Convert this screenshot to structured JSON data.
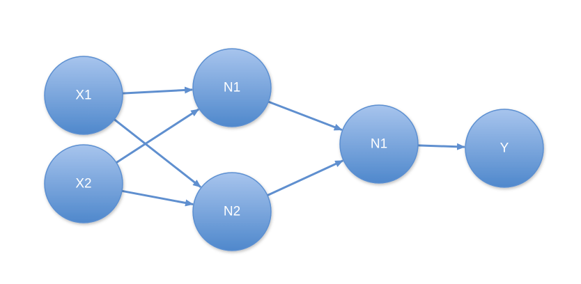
{
  "diagram": {
    "type": "neural-network",
    "nodes": [
      {
        "id": "x1",
        "label": "X1"
      },
      {
        "id": "x2",
        "label": "X2"
      },
      {
        "id": "n1-top",
        "label": "N1"
      },
      {
        "id": "n2",
        "label": "N2"
      },
      {
        "id": "n1-out",
        "label": "N1"
      },
      {
        "id": "y",
        "label": "Y"
      }
    ],
    "edges": [
      {
        "from": "x1",
        "to": "n1-top"
      },
      {
        "from": "x1",
        "to": "n2"
      },
      {
        "from": "x2",
        "to": "n1-top"
      },
      {
        "from": "x2",
        "to": "n2"
      },
      {
        "from": "n1-top",
        "to": "n1-out"
      },
      {
        "from": "n2",
        "to": "n1-out"
      },
      {
        "from": "n1-out",
        "to": "y"
      }
    ],
    "colors": {
      "node_fill_top": "#a7c4ed",
      "node_fill_bottom": "#4f88cc",
      "node_stroke": "#5b8fd1",
      "edge": "#5f8fcf",
      "label": "#ffffff"
    }
  }
}
